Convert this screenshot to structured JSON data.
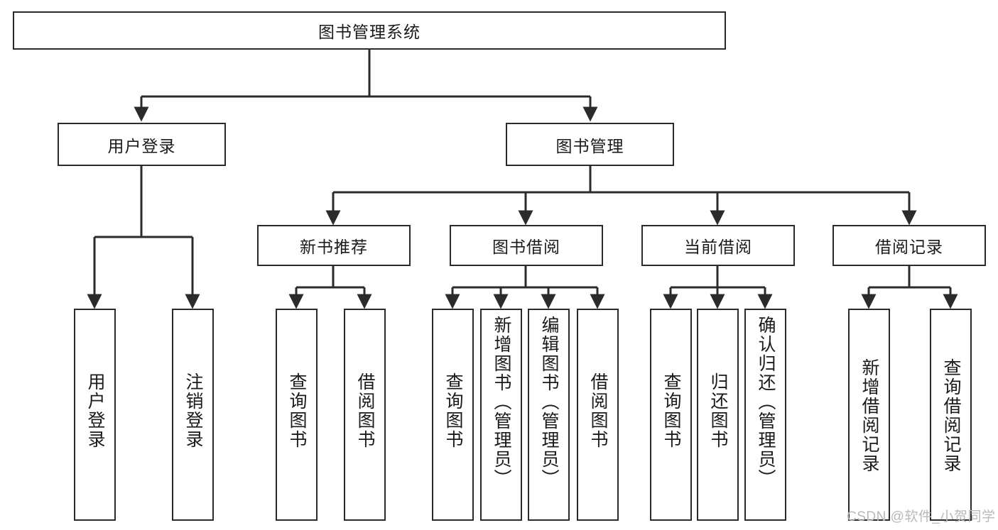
{
  "diagram": {
    "type": "tree-hierarchy-flowchart",
    "title": "图书管理系统",
    "orientation": "top-down",
    "colors": {
      "node_border": "#2b2b2b",
      "node_fill": "#ffffff",
      "edge": "#2b2b2b",
      "text": "#1a1a1a",
      "watermark": "#b9b9b9",
      "background": "#ffffff"
    },
    "root": {
      "label": "图书管理系统"
    },
    "level2": [
      {
        "id": "user-login",
        "label": "用户登录"
      },
      {
        "id": "book-management",
        "label": "图书管理"
      }
    ],
    "level3": [
      {
        "id": "new-book-recommend",
        "label": "新书推荐",
        "parent": "book-management"
      },
      {
        "id": "book-borrow",
        "label": "图书借阅",
        "parent": "book-management"
      },
      {
        "id": "current-borrow",
        "label": "当前借阅",
        "parent": "book-management"
      },
      {
        "id": "borrow-record",
        "label": "借阅记录",
        "parent": "book-management"
      }
    ],
    "leaves": {
      "user_login": [
        {
          "id": "leaf-user-login",
          "label": "用户登录"
        },
        {
          "id": "leaf-logout-login",
          "label": "注销登录"
        }
      ],
      "new_book_recommend": [
        {
          "id": "leaf-query-book-1",
          "label": "查询图书"
        },
        {
          "id": "leaf-borrow-book-1",
          "label": "借阅图书"
        }
      ],
      "book_borrow": [
        {
          "id": "leaf-query-book-2",
          "label": "查询图书"
        },
        {
          "id": "leaf-add-book",
          "label": "新增图书（管理员）"
        },
        {
          "id": "leaf-edit-book",
          "label": "编辑图书（管理员）"
        },
        {
          "id": "leaf-borrow-book-2",
          "label": "借阅图书"
        }
      ],
      "current_borrow": [
        {
          "id": "leaf-query-book-3",
          "label": "查询图书"
        },
        {
          "id": "leaf-return-book",
          "label": "归还图书"
        },
        {
          "id": "leaf-confirm-return",
          "label": "确认归还（管理员）"
        }
      ],
      "borrow_record": [
        {
          "id": "leaf-add-record",
          "label": "新增借阅记录"
        },
        {
          "id": "leaf-query-record",
          "label": "查询借阅记录"
        }
      ]
    },
    "watermark": "CSDN @软件_小贺同学"
  }
}
